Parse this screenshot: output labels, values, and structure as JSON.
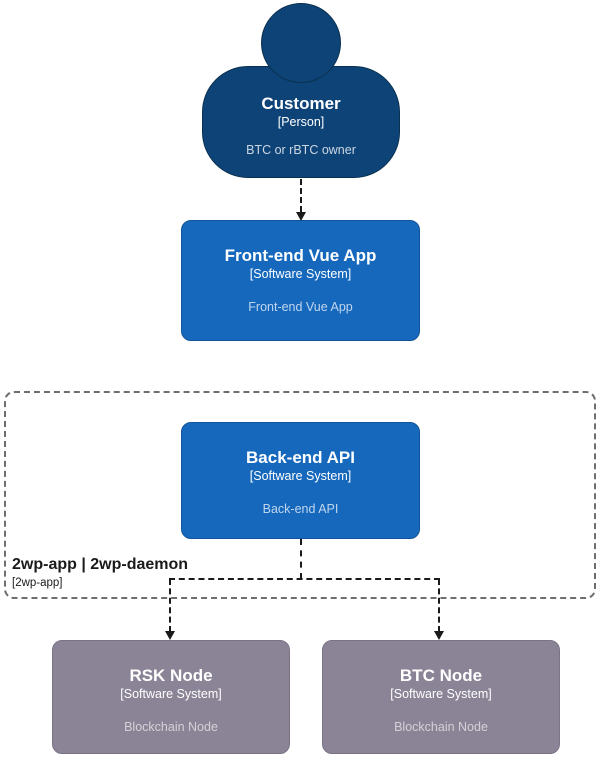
{
  "diagram_type": "c4-system-context",
  "nodes": {
    "customer": {
      "title": "Customer",
      "subtitle": "[Person]",
      "description": "BTC or rBTC owner"
    },
    "frontend": {
      "title": "Front-end Vue App",
      "subtitle": "[Software System]",
      "description": "Front-end Vue App"
    },
    "backend": {
      "title": "Back-end API",
      "subtitle": "[Software System]",
      "description": "Back-end API"
    },
    "rsk_node": {
      "title": "RSK Node",
      "subtitle": "[Software System]",
      "description": "Blockchain Node"
    },
    "btc_node": {
      "title": "BTC Node",
      "subtitle": "[Software System]",
      "description": "Blockchain Node"
    }
  },
  "boundary": {
    "title": "2wp-app | 2wp-daemon",
    "subtitle": "[2wp-app]"
  },
  "relationships": [
    {
      "from": "customer",
      "to": "frontend",
      "style": "dashed-arrow"
    },
    {
      "from": "backend",
      "to": "rsk_node",
      "style": "dashed-arrow"
    },
    {
      "from": "backend",
      "to": "btc_node",
      "style": "dashed-arrow"
    }
  ],
  "colors": {
    "person_fill": "#0e4377",
    "system_fill": "#1668bd",
    "node_fill": "#8b8496",
    "arrow": "#1a1a1a",
    "boundary_border": "#6e6e6e",
    "background": "#ffffff"
  }
}
